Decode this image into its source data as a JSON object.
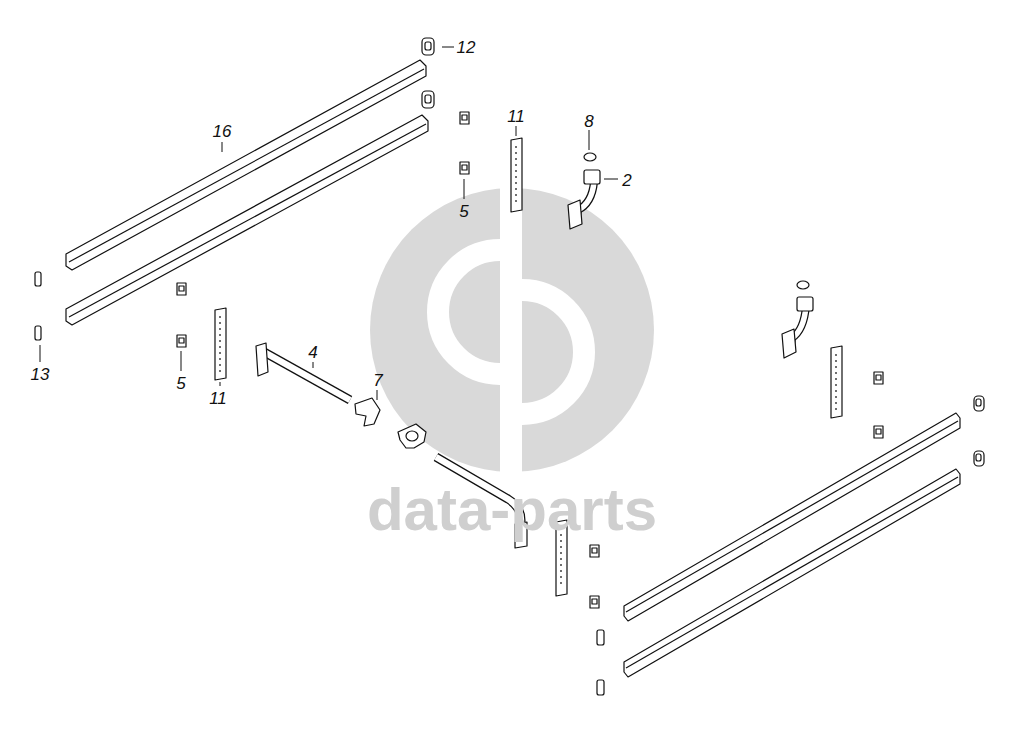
{
  "diagram": {
    "labels": [
      "12",
      "16",
      "11",
      "8",
      "2",
      "5",
      "13",
      "5",
      "11",
      "4",
      "7",
      "data-parts"
    ]
  }
}
